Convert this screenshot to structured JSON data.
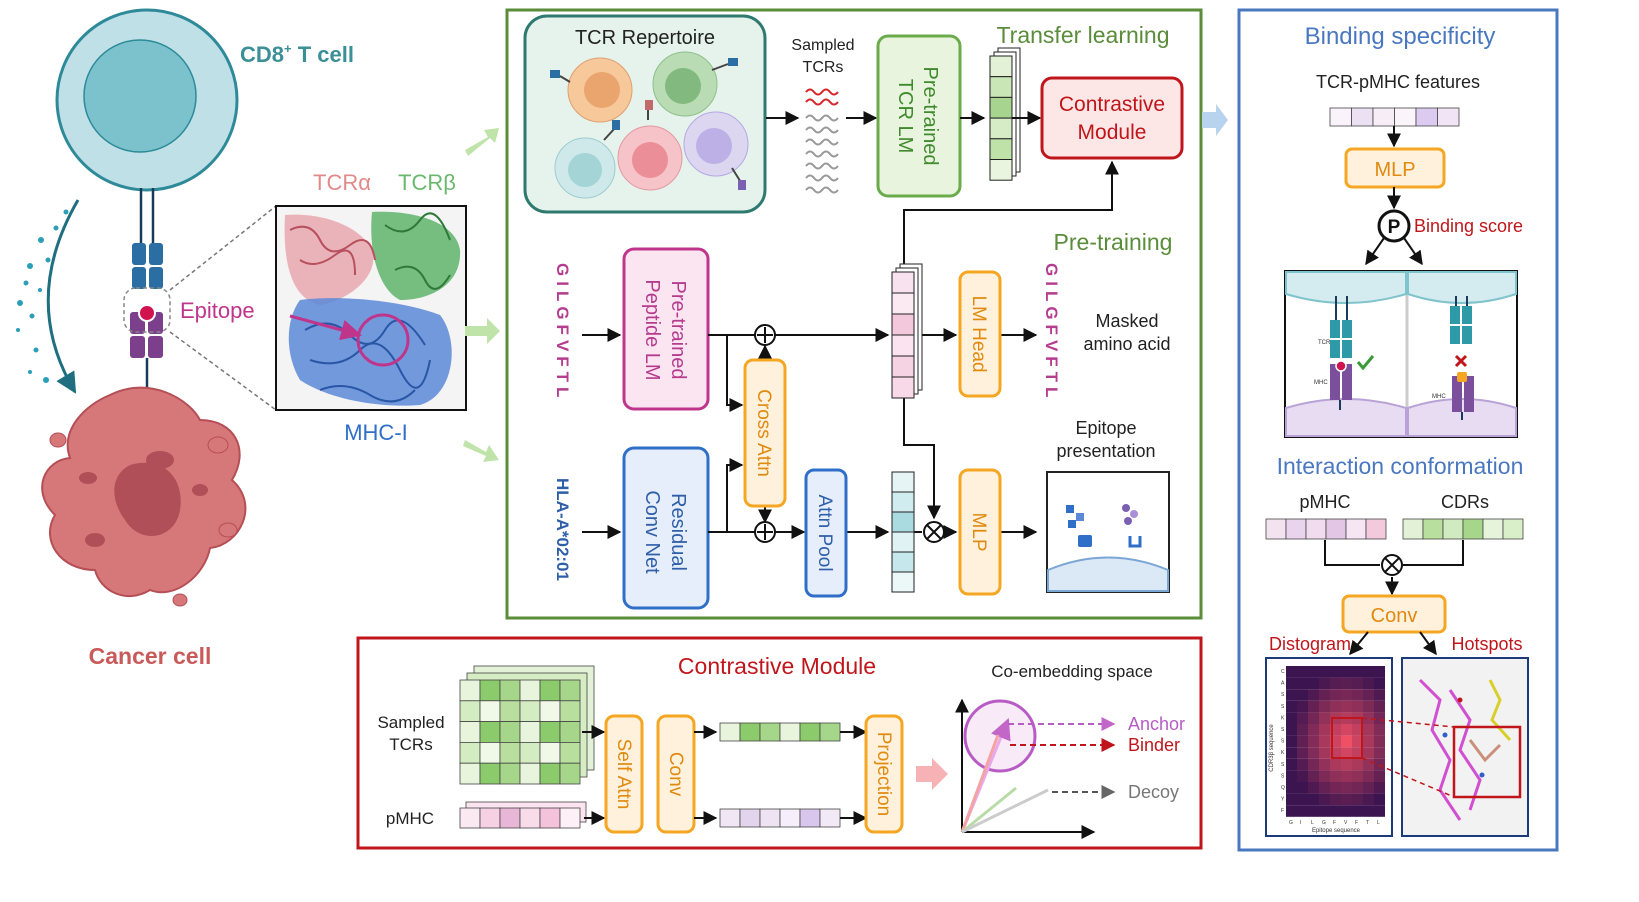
{
  "left": {
    "cd8_label": "CD8",
    "cd8_sup": "+",
    "cd8_suffix": " T cell",
    "cancer_label": "Cancer cell",
    "tcra_label": "TCRα",
    "tcrb_label": "TCRβ",
    "epitope_label": "Epitope",
    "mhc_label": "MHC-I"
  },
  "main": {
    "tcr_repertoire_title": "TCR Repertoire",
    "sampled_tcrs_line1": "Sampled",
    "sampled_tcrs_line2": "TCRs",
    "transfer_learning_title": "Transfer learning",
    "tcr_lm_line1": "Pre-trained",
    "tcr_lm_line2": "TCR LM",
    "contrastive_module_line1": "Contrastive",
    "contrastive_module_line2": "Module",
    "pretraining_title": "Pre-training",
    "peptide_seq": "GILGFVFTL",
    "peptide_lm_line1": "Pre-trained",
    "peptide_lm_line2": "Peptide LM",
    "cross_attn": "Cross Attn",
    "lm_head": "LM Head",
    "masked_line1": "Masked",
    "masked_line2": "amino acid",
    "hla_label": "HLA-A*02:01",
    "residual_line1": "Residual",
    "residual_line2": "Conv Net",
    "attn_pool": "Attn Pool",
    "mlp": "MLP",
    "epitope_pres_line1": "Epitope",
    "epitope_pres_line2": "presentation"
  },
  "contrastive": {
    "title": "Contrastive Module",
    "sampled_line1": "Sampled",
    "sampled_line2": "TCRs",
    "pmhc": "pMHC",
    "self_attn": "Self Attn",
    "conv": "Conv",
    "projection": "Projection",
    "coembed_title": "Co-embedding space",
    "anchor": "Anchor",
    "binder": "Binder",
    "decoy": "Decoy"
  },
  "right": {
    "binding_title": "Binding specificity",
    "features_label": "TCR-pMHC features",
    "mlp": "MLP",
    "p_symbol": "P",
    "binding_score": "Binding score",
    "tcr_small": "TCR",
    "mhc_small": "MHC",
    "mhc_small2": "MHC",
    "interaction_title": "Interaction conformation",
    "pmhc": "pMHC",
    "cdrs": "CDRs",
    "conv": "Conv",
    "distogram": "Distogram",
    "hotspots": "Hotspots",
    "cdr_axis": "CDR3β sequence",
    "epitope_axis": "Epitope sequence",
    "cdr_ticks": "CASSKSSKSSQYF",
    "epi_ticks": "GILGFVFTL"
  },
  "colors": {
    "green": "#5a8c3a",
    "red": "#c0161b",
    "blue": "#4a78c0",
    "orange": "#f5a623",
    "magenta": "#c0358c",
    "teal": "#2f8a8f",
    "cancer": "#c95a5a"
  }
}
